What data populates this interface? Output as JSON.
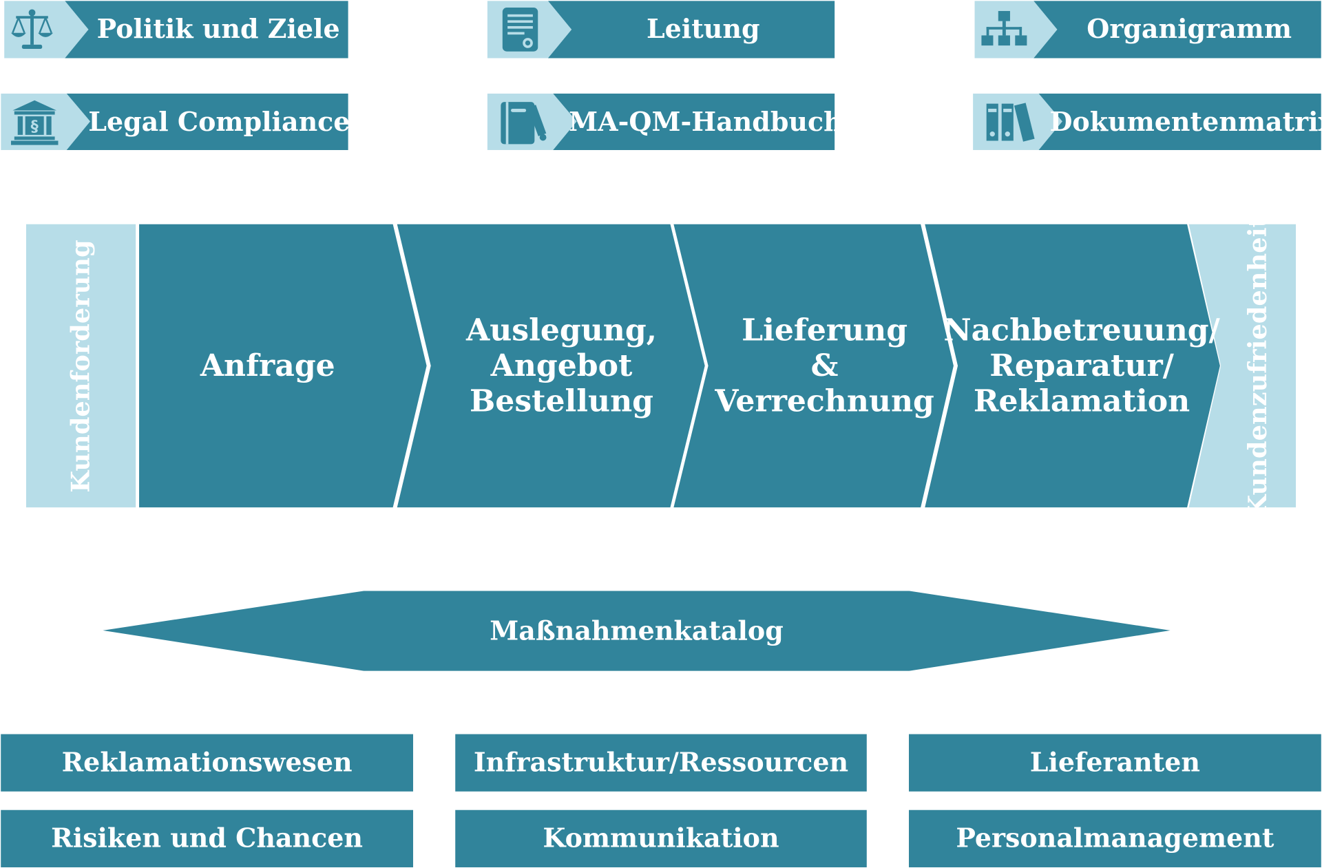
{
  "colors": {
    "primary": "#31849b",
    "light": "#b7dde8",
    "icon": "#31849b",
    "text": "#ffffff"
  },
  "top_links": [
    {
      "label": "Politik und Ziele",
      "icon": "scales-icon"
    },
    {
      "label": "Leitung",
      "icon": "certificate-icon"
    },
    {
      "label": "Organigramm",
      "icon": "org-chart-icon"
    },
    {
      "label": "Legal Compliance",
      "icon": "courthouse-icon"
    },
    {
      "label": "MA-QM-Handbuch",
      "icon": "handbook-icon"
    },
    {
      "label": "Dokumentenmatrix",
      "icon": "binders-icon"
    }
  ],
  "process": {
    "input": "Kundenforderung",
    "steps": [
      {
        "lines": [
          "Anfrage"
        ]
      },
      {
        "lines": [
          "Auslegung,",
          "Angebot",
          "Bestellung"
        ]
      },
      {
        "lines": [
          "Lieferung",
          "&",
          "Verrechnung"
        ]
      },
      {
        "lines": [
          "Nachbetreuung/",
          "Reparatur/",
          "Reklamation"
        ]
      }
    ],
    "output": "Kundenzufriedenheit"
  },
  "catalog": {
    "label": "Maßnahmenkatalog"
  },
  "support": [
    "Reklamationswesen",
    "Infrastruktur/Ressourcen",
    "Lieferanten",
    "Risiken und Chancen",
    "Kommunikation",
    "Personalmanagement"
  ]
}
